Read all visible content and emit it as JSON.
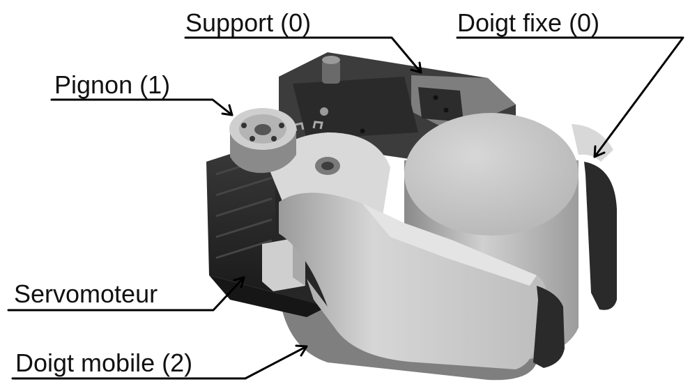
{
  "labels": {
    "support": "Support (0)",
    "fixed_finger": "Doigt fixe (0)",
    "pinion": "Pignon (1)",
    "servomotor": "Servomoteur",
    "mobile_finger": "Doigt mobile (2)"
  },
  "colors": {
    "background": "#ffffff",
    "ink": "#111111",
    "servo_dark": "#2e2e2e",
    "servo_darker": "#1e1e1e",
    "mid_grey": "#7a7a7a",
    "light_grey": "#c9c9c9",
    "lighter_grey": "#dcdcdc",
    "pad_dark": "#2a2a2a"
  }
}
